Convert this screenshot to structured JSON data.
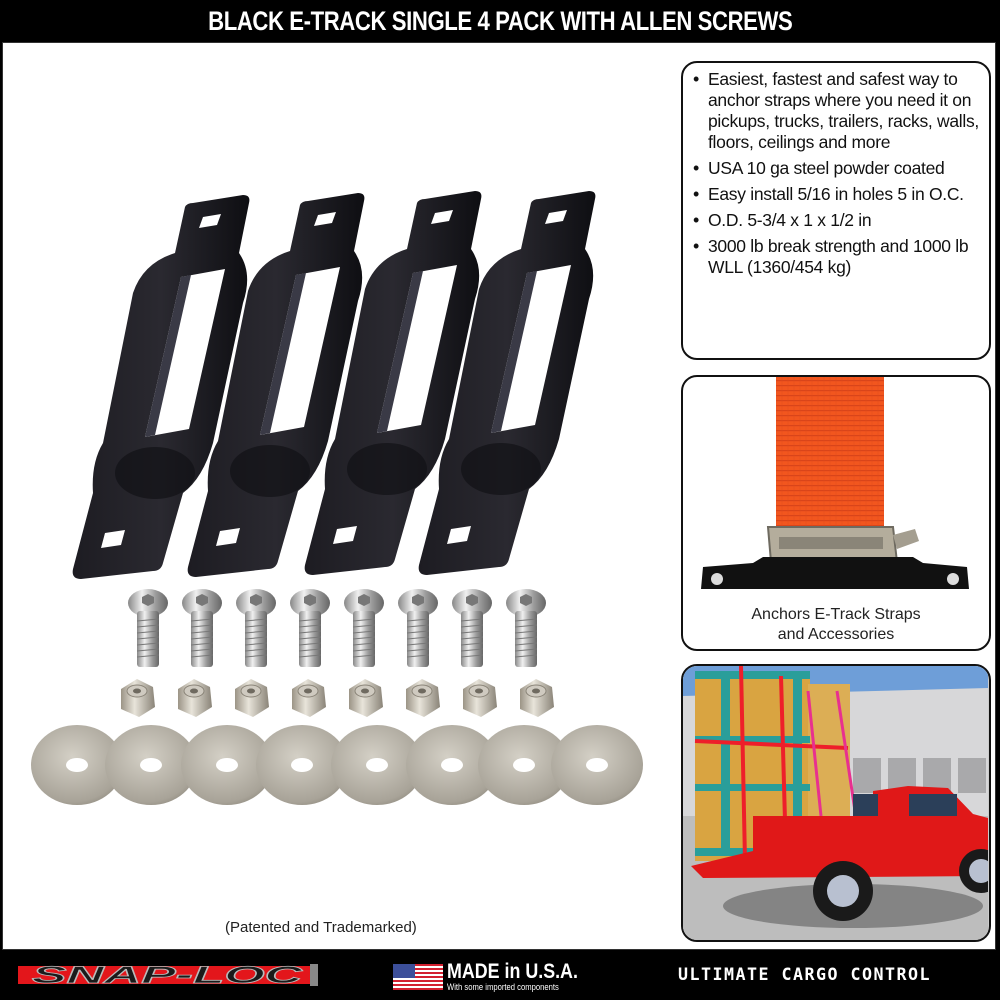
{
  "header": {
    "title": "BLACK E-TRACK SINGLE 4 PACK WITH ALLEN SCREWS"
  },
  "product": {
    "brackets": {
      "count": 4,
      "color": "#141318"
    },
    "hardware": {
      "screws": 8,
      "nuts": 8,
      "washers": 8
    },
    "patent_note": "(Patented and Trademarked)"
  },
  "features": {
    "items": [
      "Easiest, fastest and safest way to anchor straps where you need it on pickups, trucks, trailers, racks, walls, floors, ceilings and more",
      "USA 10 ga steel powder coated",
      "Easy install 5/16 in holes 5 in O.C.",
      "O.D. 5-3/4 x 1 x 1/2 in",
      "3000 lb break strength and 1000 lb WLL (1360/454 kg)"
    ]
  },
  "straps_panel": {
    "caption_line1": "Anchors E-Track Straps",
    "caption_line2": "and Accessories",
    "strap_color": "#f2561e"
  },
  "truck_panel": {
    "truck_color": "#e01818",
    "crate_color": "#d9a441",
    "frame_color": "#2a9e9a"
  },
  "footer": {
    "logo": "SNAP-LOC",
    "made_in": "MADE in U.S.A.",
    "made_sub": "With some imported components",
    "tagline": "ULTIMATE CARGO CONTROL",
    "brand_red": "#e3161b"
  }
}
